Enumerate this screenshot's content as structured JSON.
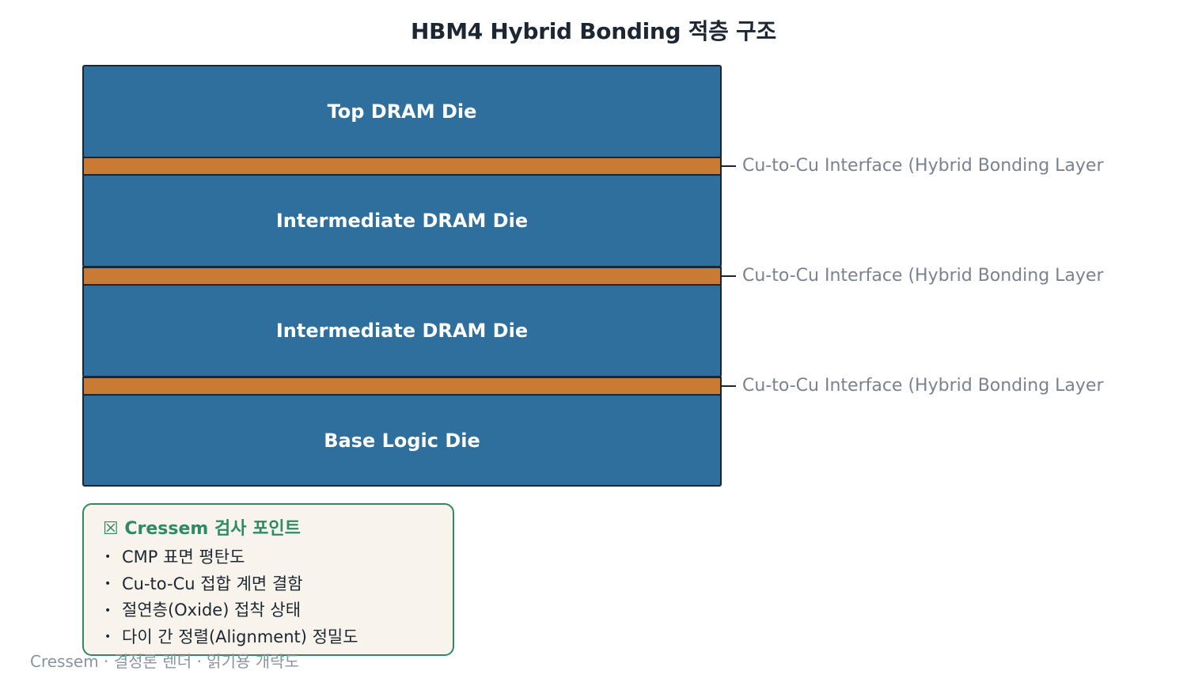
{
  "title": "HBM4 Hybrid Bonding 적층 구조",
  "stack": {
    "dies": [
      {
        "label": "Top DRAM Die"
      },
      {
        "label": "Intermediate DRAM Die"
      },
      {
        "label": "Intermediate DRAM Die"
      },
      {
        "label": "Base Logic Die"
      }
    ],
    "bonding_layers": [
      {
        "label": "Cu-to-Cu Interface (Hybrid Bonding Layer"
      },
      {
        "label": "Cu-to-Cu Interface (Hybrid Bonding Layer"
      },
      {
        "label": "Cu-to-Cu Interface (Hybrid Bonding Layer"
      }
    ],
    "colors": {
      "die": "#2e6f9e",
      "bonding_layer": "#c97a33",
      "outline": "#1b2634"
    }
  },
  "inspection_box": {
    "title": "☒ Cressem 검사 포인트",
    "items": [
      "CMP 표면 평탄도",
      "Cu-to-Cu 접합 계면 결함",
      "절연층(Oxide) 접착 상태",
      "다이 간 정렬(Alignment) 정밀도"
    ],
    "bullet": "•",
    "colors": {
      "border": "#2e8a64",
      "background": "#f8f4ec"
    }
  },
  "footer": "Cressem · 결정론 렌더 · 읽기용 개략도"
}
